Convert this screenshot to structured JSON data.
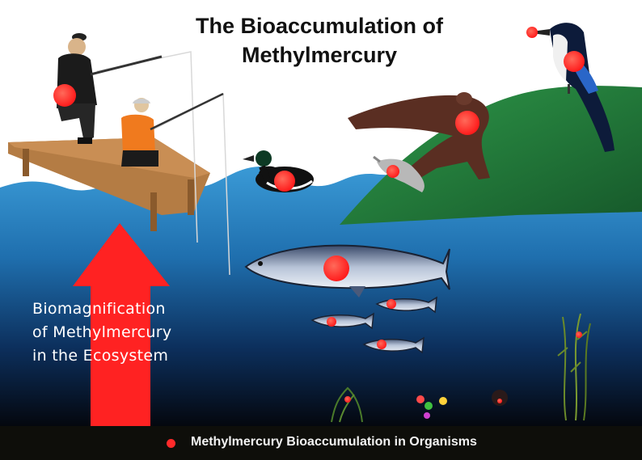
{
  "title": {
    "line1": "The Bioaccumulation of",
    "line2": "Methylmercury"
  },
  "arrow_label": {
    "line1": "Biomagnification",
    "line2": "of Methylmercury",
    "line3": "in the Ecosystem"
  },
  "legend": {
    "text": "Methylmercury Bioaccumulation in Organisms",
    "marker_color": "#ff2a2a"
  },
  "colors": {
    "mercury_dot": "#ff2a2a",
    "arrow": "#ff2222",
    "water_top": "#2f8fcc",
    "water_bottom": "#050a14",
    "land": "#1f7a3a",
    "dock": "#b4783e"
  },
  "organisms": [
    "fisherman-adult",
    "fisherman-child",
    "loon",
    "otter",
    "kingfisher",
    "large-fish",
    "small-fish",
    "aquatic-plants",
    "plankton"
  ]
}
